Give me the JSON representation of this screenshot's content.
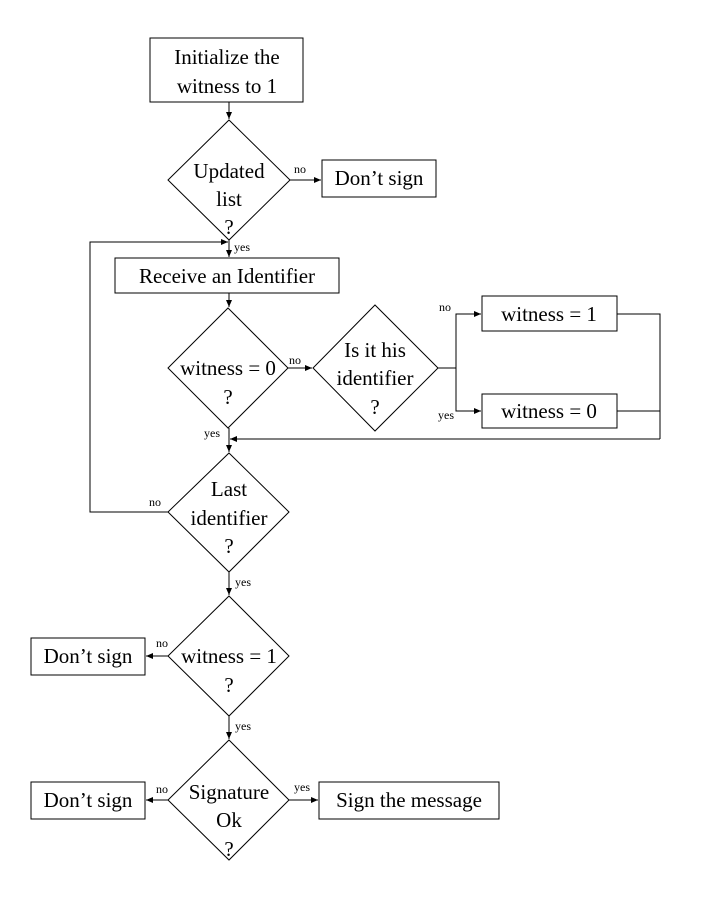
{
  "diagram": {
    "type": "flowchart",
    "nodes": {
      "init": {
        "lines": [
          "Initialize the",
          "witness to 1"
        ]
      },
      "updated_list": {
        "lines": [
          "Updated",
          "list",
          "?"
        ]
      },
      "dont_sign_1": {
        "lines": [
          "Don’t sign"
        ]
      },
      "receive": {
        "lines": [
          "Receive an Identifier"
        ]
      },
      "witness_eq_0_check": {
        "lines": [
          "witness = 0",
          "?"
        ]
      },
      "is_his_identifier": {
        "lines": [
          "Is it his",
          "identifier",
          "?"
        ]
      },
      "set_witness_1": {
        "lines": [
          "witness = 1"
        ]
      },
      "set_witness_0": {
        "lines": [
          "witness = 0"
        ]
      },
      "last_identifier": {
        "lines": [
          "Last",
          "identifier",
          "?"
        ]
      },
      "witness_eq_1_check": {
        "lines": [
          "witness = 1",
          "?"
        ]
      },
      "dont_sign_2": {
        "lines": [
          "Don’t sign"
        ]
      },
      "signature_ok": {
        "lines": [
          "Signature",
          "Ok",
          "?"
        ]
      },
      "dont_sign_3": {
        "lines": [
          "Don’t sign"
        ]
      },
      "sign_message": {
        "lines": [
          "Sign the message"
        ]
      }
    },
    "edge_labels": {
      "updated_no": "no",
      "updated_yes": "yes",
      "w0_no": "no",
      "w0_yes": "yes",
      "his_no": "no",
      "his_yes": "yes",
      "last_no": "no",
      "last_yes": "yes",
      "w1_no": "no",
      "w1_yes": "yes",
      "sig_no": "no",
      "sig_yes": "yes"
    },
    "edges": [
      {
        "from": "init",
        "to": "updated_list",
        "label": ""
      },
      {
        "from": "updated_list",
        "to": "dont_sign_1",
        "label": "no"
      },
      {
        "from": "updated_list",
        "to": "receive",
        "label": "yes"
      },
      {
        "from": "receive",
        "to": "witness_eq_0_check",
        "label": ""
      },
      {
        "from": "witness_eq_0_check",
        "to": "is_his_identifier",
        "label": "no"
      },
      {
        "from": "witness_eq_0_check",
        "to": "last_identifier",
        "label": "yes"
      },
      {
        "from": "is_his_identifier",
        "to": "set_witness_1",
        "label": "no"
      },
      {
        "from": "is_his_identifier",
        "to": "set_witness_0",
        "label": "yes"
      },
      {
        "from": "set_witness_1",
        "to": "last_identifier",
        "label": ""
      },
      {
        "from": "set_witness_0",
        "to": "last_identifier",
        "label": ""
      },
      {
        "from": "last_identifier",
        "to": "receive",
        "label": "no"
      },
      {
        "from": "last_identifier",
        "to": "witness_eq_1_check",
        "label": "yes"
      },
      {
        "from": "witness_eq_1_check",
        "to": "dont_sign_2",
        "label": "no"
      },
      {
        "from": "witness_eq_1_check",
        "to": "signature_ok",
        "label": "yes"
      },
      {
        "from": "signature_ok",
        "to": "dont_sign_3",
        "label": "no"
      },
      {
        "from": "signature_ok",
        "to": "sign_message",
        "label": "yes"
      }
    ]
  }
}
